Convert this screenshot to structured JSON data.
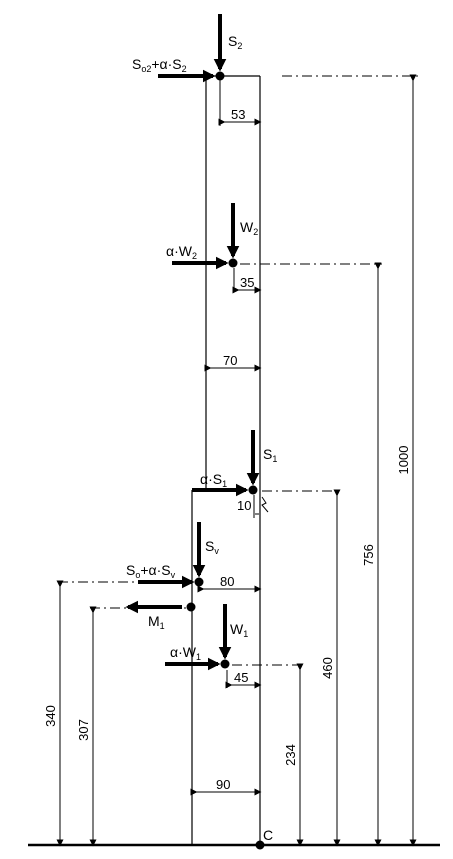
{
  "labels": {
    "s2": {
      "main": "S",
      "sub": "2"
    },
    "so2_alpha_s2": {
      "p1": "S",
      "p1sub": "o2",
      "p2": "+α·S",
      "p2sub": "2"
    },
    "w2": {
      "main": "W",
      "sub": "2"
    },
    "alpha_w2": {
      "main": "α·W",
      "sub": "2"
    },
    "s1": {
      "main": "S",
      "sub": "1"
    },
    "alpha_s1": {
      "main": "α·S",
      "sub": "1"
    },
    "sv": {
      "main": "S",
      "sub": "v"
    },
    "so_alpha_sv": {
      "p1": "S",
      "p1sub": "o",
      "p2": "+α·S",
      "p2sub": "v"
    },
    "m1": {
      "main": "M",
      "sub": "1"
    },
    "w1": {
      "main": "W",
      "sub": "1"
    },
    "alpha_w1": {
      "main": "α·W",
      "sub": "1"
    },
    "point_c": "C"
  },
  "dimensions": {
    "d53": "53",
    "d35": "35",
    "d70": "70",
    "d10": "10",
    "d80": "80",
    "d45": "45",
    "d90": "90",
    "h1000": "1000",
    "h756": "756",
    "h460": "460",
    "h340": "340",
    "h307": "307",
    "h234": "234"
  }
}
